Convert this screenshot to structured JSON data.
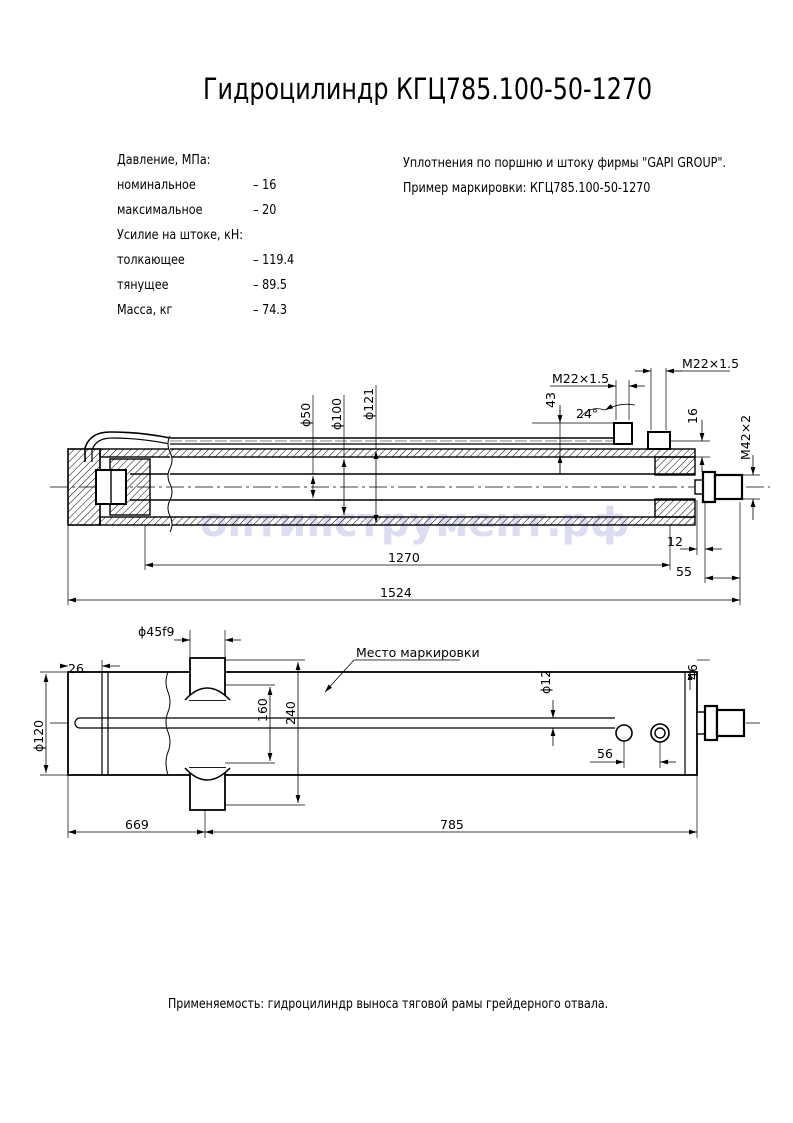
{
  "title": "Гидроцилиндр КГЦ785.100-50-1270",
  "specs": [
    {
      "label": "Давление, МПа:",
      "value": ""
    },
    {
      "label": "номинальное",
      "value": "– 16"
    },
    {
      "label": "максимальное",
      "value": "– 20"
    },
    {
      "label": "Усилие на штоке, кН:",
      "value": ""
    },
    {
      "label": "толкающее",
      "value": "– 119.4"
    },
    {
      "label": "тянущее",
      "value": "– 89.5"
    },
    {
      "label": "Масса, кг",
      "value": "– 74.3"
    }
  ],
  "notes": [
    "Уплотнения по поршню и штоку фирмы \"GAPI GROUP\".",
    "Пример маркировки: КГЦ785.100-50-1270"
  ],
  "section_view": {
    "dims": {
      "d50": "ϕ50",
      "d100": "ϕ100",
      "d121": "ϕ121",
      "port1": "M22×1.5",
      "port2": "M22×1.5",
      "h43": "43",
      "angle": "24°",
      "h16": "16",
      "thread": "M42×2",
      "l12": "12",
      "l55": "55",
      "stroke": "1270",
      "total": "1524"
    }
  },
  "plan_view": {
    "dims": {
      "trunnion": "ϕ45f9",
      "l26": "26",
      "d120": "ϕ120",
      "h160": "160",
      "h240": "240",
      "d12": "ϕ12",
      "l56": "56",
      "l46": "46",
      "l669": "669",
      "l785": "785"
    },
    "marking_place": "Место маркировки"
  },
  "footer": "Применяемость: гидроцилиндр выноса тяговой рамы грейдерного отвала.",
  "watermark": "оптинструмент.рф"
}
